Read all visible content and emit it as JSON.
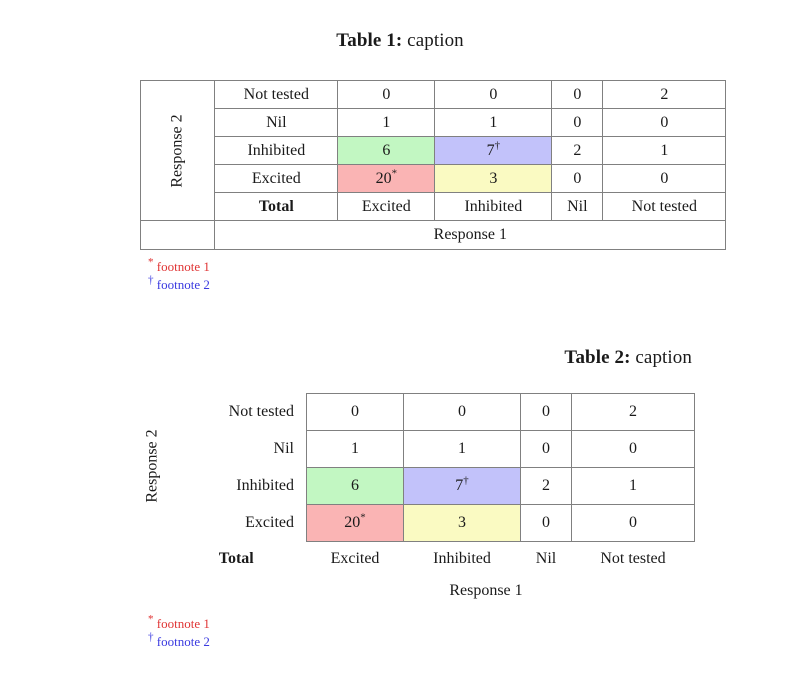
{
  "colors": {
    "green": "#c2f7c2",
    "blue": "#c2c2fa",
    "pink": "#fab4b4",
    "yellow": "#fafac2",
    "rule": "#808080",
    "footnote_red": "#e03535",
    "footnote_blue": "#3a3ae0",
    "text": "#1a1a1a"
  },
  "table1": {
    "caption_lead": "Table 1:",
    "caption_text": "caption",
    "row_axis_label": "Response 2",
    "col_axis_label": "Response 1",
    "rows": [
      {
        "label": "Not tested",
        "values": [
          "0",
          "0",
          "0",
          "2"
        ]
      },
      {
        "label": "Nil",
        "values": [
          "1",
          "1",
          "0",
          "0"
        ]
      },
      {
        "label": "Inhibited",
        "values": [
          "6",
          "7",
          "2",
          "1"
        ]
      },
      {
        "label": "Excited",
        "values": [
          "20",
          "3",
          "0",
          "0"
        ]
      }
    ],
    "total_label": "Total",
    "column_headers": [
      "Excited",
      "Inhibited",
      "Nil",
      "Not tested"
    ],
    "markers": {
      "excited_excited": "*",
      "inhibited_inhibited": "†"
    },
    "footnotes": [
      {
        "mark": "*",
        "text": "footnote 1",
        "color": "#e03535"
      },
      {
        "mark": "†",
        "text": "footnote 2",
        "color": "#3a3ae0"
      }
    ]
  },
  "table2": {
    "caption_lead": "Table 2:",
    "caption_text": "caption",
    "row_axis_label": "Response 2",
    "col_axis_label": "Response 1",
    "rows": [
      {
        "label": "Not tested",
        "values": [
          "0",
          "0",
          "0",
          "2"
        ]
      },
      {
        "label": "Nil",
        "values": [
          "1",
          "1",
          "0",
          "0"
        ]
      },
      {
        "label": "Inhibited",
        "values": [
          "6",
          "7",
          "2",
          "1"
        ]
      },
      {
        "label": "Excited",
        "values": [
          "20",
          "3",
          "0",
          "0"
        ]
      }
    ],
    "total_label": "Total",
    "column_headers": [
      "Excited",
      "Inhibited",
      "Nil",
      "Not tested"
    ],
    "markers": {
      "excited_excited": "*",
      "inhibited_inhibited": "†"
    },
    "footnotes": [
      {
        "mark": "*",
        "text": "footnote 1",
        "color": "#e03535"
      },
      {
        "mark": "†",
        "text": "footnote 2",
        "color": "#3a3ae0"
      }
    ]
  }
}
